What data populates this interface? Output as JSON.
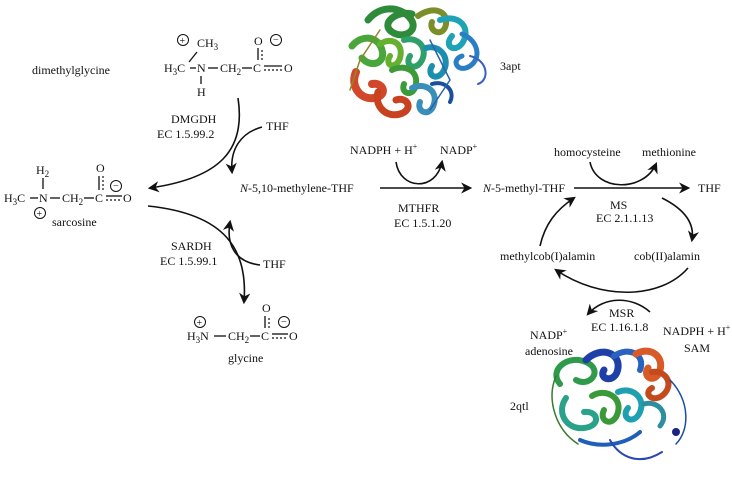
{
  "molecules": {
    "dimethylglycine": {
      "name": "dimethylglycine",
      "ch3_top": "CH",
      "sub3": "3",
      "h3c": "H",
      "h3c_sub": "3",
      "c": "C",
      "n": "N",
      "h": "H",
      "ch2": "CH",
      "sub2": "2",
      "carbon": "C",
      "o": "O",
      "o2": "O"
    },
    "sarcosine": {
      "name": "sarcosine",
      "h3c": "H",
      "h3c_sub": "3",
      "c": "C",
      "n": "N",
      "h2": "H",
      "h2_sub": "2",
      "ch2": "CH",
      "sub2": "2",
      "carbon": "C",
      "o": "O",
      "o2": "O"
    },
    "glycine": {
      "name": "glycine",
      "h3n": "H",
      "h3n_sub": "3",
      "n": "N",
      "ch2": "CH",
      "sub2": "2",
      "carbon": "C",
      "o": "O",
      "o2": "O"
    }
  },
  "charges": {
    "plus": "+",
    "minus": "−"
  },
  "enzymes": {
    "dmgdh": {
      "name": "DMGDH",
      "ec": "EC 1.5.99.2"
    },
    "sardh": {
      "name": "SARDH",
      "ec": "EC 1.5.99.1"
    },
    "mthfr": {
      "name": "MTHFR",
      "ec": "EC 1.5.1.20"
    },
    "ms": {
      "name": "MS",
      "ec": "EC 2.1.1.13"
    },
    "msr": {
      "name": "MSR",
      "ec": "EC 1.16.1.8"
    }
  },
  "cofactors": {
    "thf_top": "THF",
    "thf_bottom": "THF",
    "methylene_thf_prefix": "N",
    "methylene_thf_rest": "-5,10-methylene-THF",
    "methyl_thf_prefix": "N",
    "methyl_thf_rest": "-5-methyl-THF",
    "nadph_left": "NADPH + H",
    "nadph_left_sup": "+",
    "nadp_left": "NADP",
    "nadp_left_sup": "+",
    "homocysteine": "homocysteine",
    "methionine": "methionine",
    "thf_right": "THF",
    "methylcob": "methylcob(I)alamin",
    "cob": "cob(II)alamin",
    "nadp_bottom": "NADP",
    "nadp_bottom_sup": "+",
    "adenosine": "adenosine",
    "nadph_bottom": "NADPH + H",
    "nadph_bottom_sup": "+",
    "sam": "SAM"
  },
  "structures": {
    "top": {
      "pdb": "3apt"
    },
    "bottom": {
      "pdb": "2qtl"
    }
  }
}
